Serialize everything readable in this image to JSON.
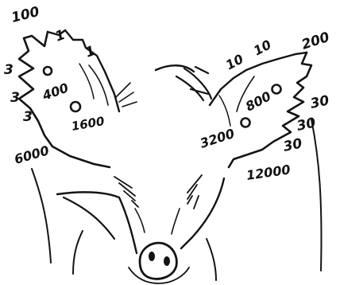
{
  "diagram": {
    "ink_color": "#141414",
    "background": "#ffffff",
    "left_ear": {
      "rim_labels": [
        "100",
        "1",
        "1",
        "3",
        "3",
        "3",
        "6000"
      ],
      "spot_labels": [
        "400",
        "1600"
      ]
    },
    "right_ear": {
      "rim_labels": [
        "10",
        "10",
        "200",
        "30",
        "30",
        "30",
        "12000"
      ],
      "spot_labels": [
        "800",
        "3200"
      ]
    }
  }
}
